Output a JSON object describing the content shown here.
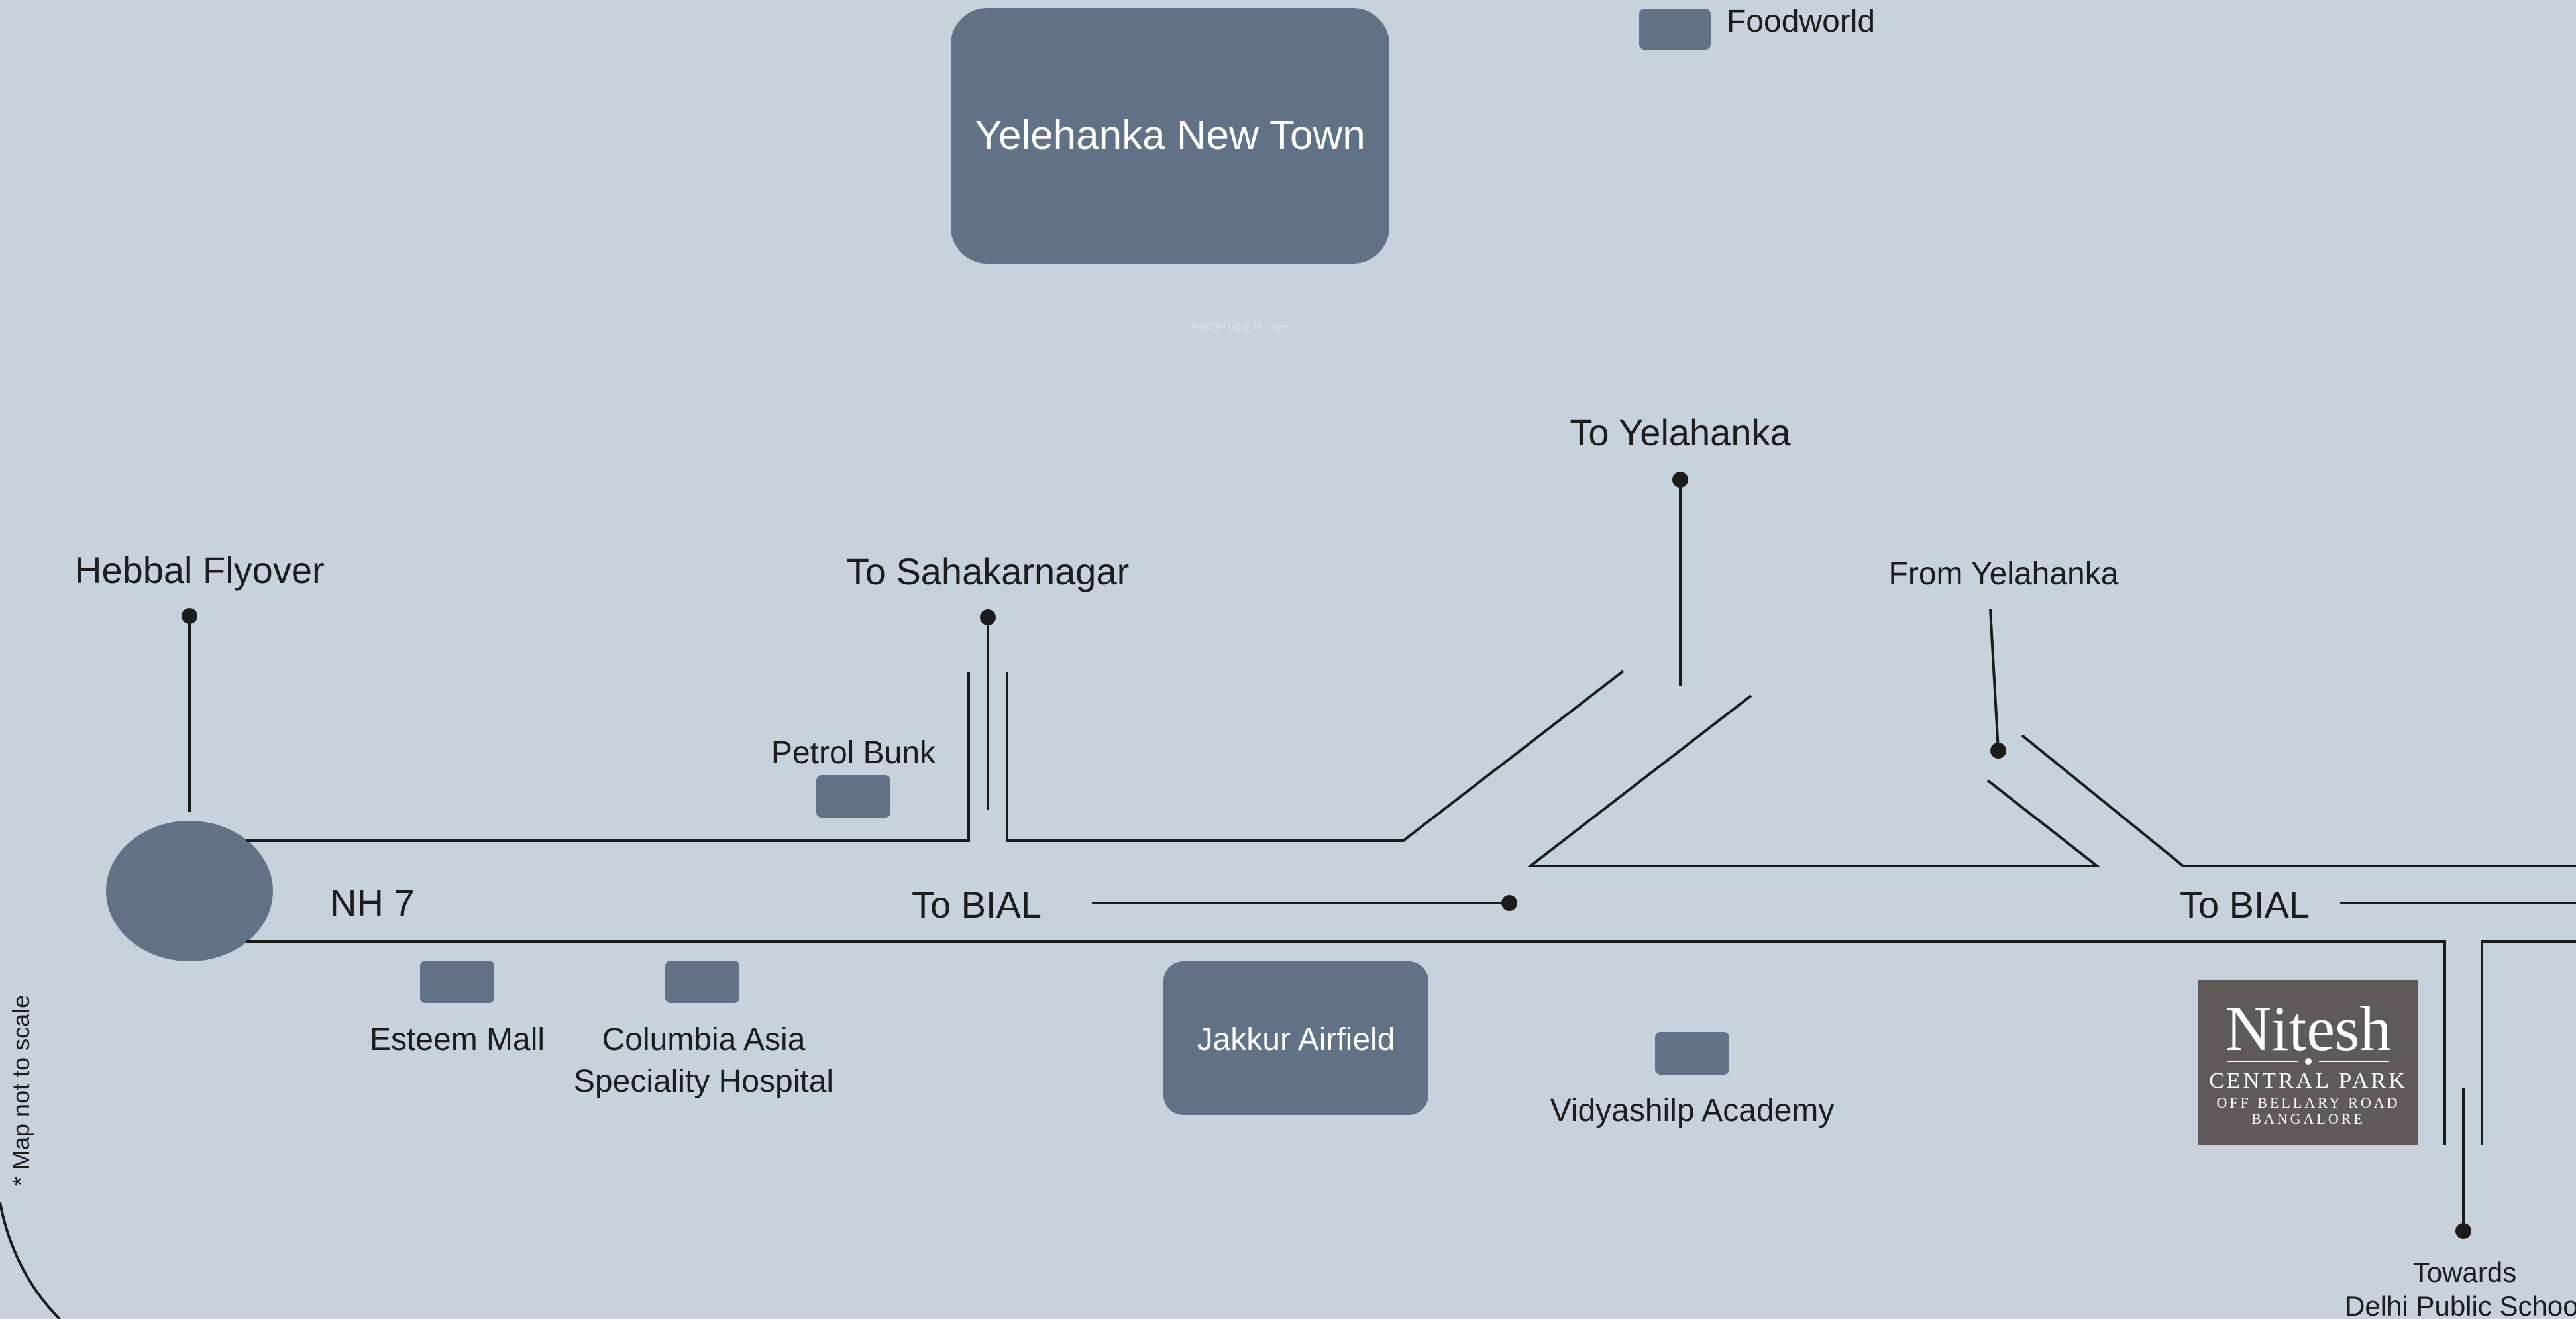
{
  "places": {
    "yelehanka_new_town": "Yelehanka New Town",
    "foodworld": "Foodworld",
    "watermark": "PROPTIGER.com",
    "to_yelahanka": "To Yelahanka",
    "hebbal_flyover": "Hebbal Flyover",
    "to_sahakarnagar": "To Sahakarnagar",
    "from_yelahanka": "From Yelahanka",
    "petrol_bunk": "Petrol Bunk",
    "nh7": "NH 7",
    "to_bial_1": "To BIAL",
    "to_bial_2": "To BIAL",
    "esteem_mall": "Esteem Mall",
    "columbia_line1": "Columbia Asia",
    "columbia_line2": "Speciality Hospital",
    "jakkur_airfield": "Jakkur Airfield",
    "vidyashilp_academy": "Vidyashilp Academy",
    "towards_line1": "Towards",
    "towards_line2": "Delhi Public School",
    "map_note": "* Map not to scale"
  },
  "logo": {
    "name": "Nitesh",
    "line1": "CENTRAL PARK",
    "line2": "OFF BELLARY ROAD",
    "line3": "BANGALORE"
  },
  "colors": {
    "background": "#c8d2dc",
    "block": "#617186",
    "logo_bg": "#5f5a58",
    "road": "#1b1b1b"
  }
}
